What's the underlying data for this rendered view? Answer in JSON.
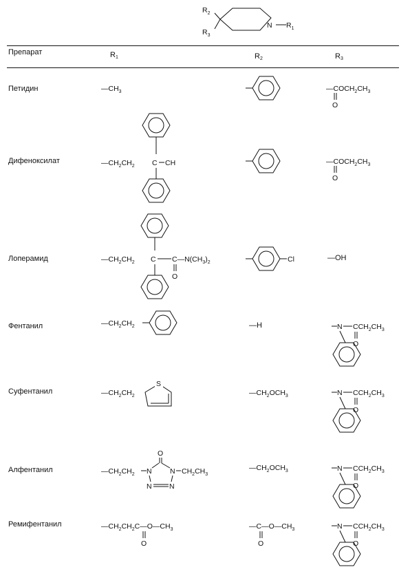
{
  "core": {
    "r2": "R2",
    "r3": "R3",
    "n": "N",
    "r1": "R1"
  },
  "columns": {
    "drug": "Препарат",
    "r1": "R1",
    "r2": "R2",
    "r3": "R3"
  },
  "rows": [
    {
      "name": "Петидин"
    },
    {
      "name": "Дифеноксилат"
    },
    {
      "name": "Лоперамид"
    },
    {
      "name": "Фентанил"
    },
    {
      "name": "Суфентанил"
    },
    {
      "name": "Алфентанил"
    },
    {
      "name": "Ремифентанил"
    }
  ],
  "fragments": {
    "ch3": "—CH3",
    "coet": "—COCH2CH3",
    "o": "O",
    "ch": "CH",
    "c": "C",
    "ch2ch2": "—CH2CH2",
    "cn": "C—N(CH3)2",
    "cl": "Cl",
    "oh": "—OH",
    "h": "—H",
    "ch2och3": "—CH2OCH3",
    "s": "S",
    "n": "N",
    "ch2ch3": "CH2CH3",
    "nchain": "N",
    "cchain": "CCH2CH3",
    "remi_r1": "—CH2CH2C—O—CH3",
    "remi_r2": "—C—O—CH3"
  }
}
